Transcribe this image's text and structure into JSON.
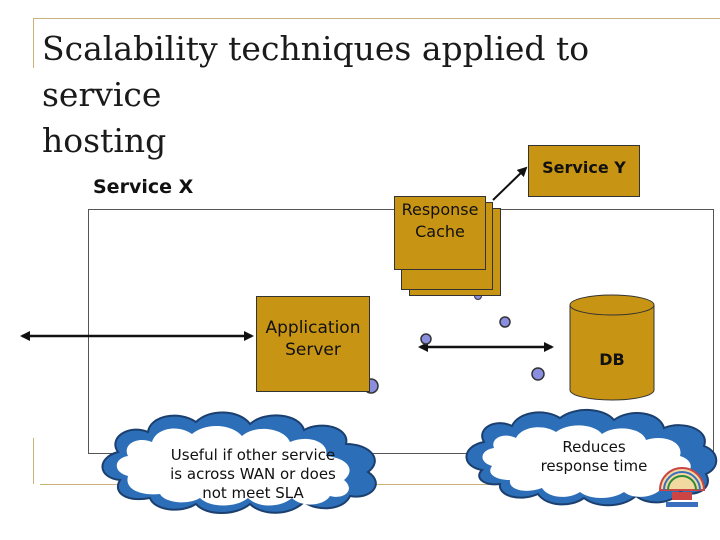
{
  "slide": {
    "title_line1": "Scalability techniques applied to service",
    "title_line2": "hosting"
  },
  "diagram": {
    "service_x_label": "Service X",
    "service_y_label": "Service Y",
    "response_cache_label_line1": "Response",
    "response_cache_label_line2": "Cache",
    "app_server_label_line1": "Application",
    "app_server_label_line2": "Server",
    "db_label": "DB",
    "callout_wan_line1": "Useful if other service",
    "callout_wan_line2": "is across WAN or does",
    "callout_wan_line3": "not meet SLA",
    "callout_response_line1": "Reduces",
    "callout_response_line2": "response time"
  },
  "colors": {
    "box_fill": "#c89414",
    "cloud_fill": "#2c6fb8",
    "node_fill": "#8a8ee0",
    "rule_color": "#c9b37a"
  }
}
